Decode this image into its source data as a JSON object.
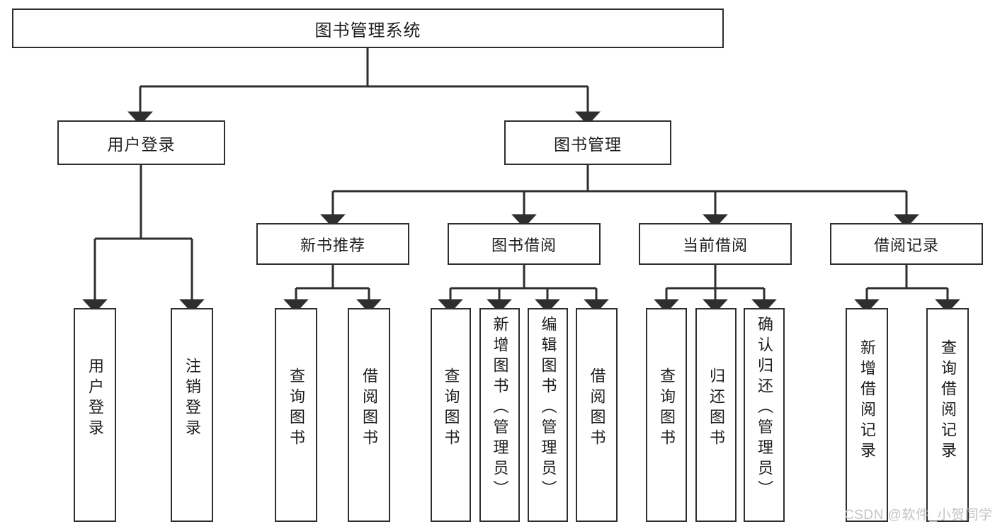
{
  "diagram": {
    "type": "tree-hierarchy-diagram",
    "title": "图书管理系统",
    "style": {
      "box_border": "#2e2e2e",
      "box_fill": "#ffffff",
      "text": "#1d1d1d",
      "edge": "#2e2e2e",
      "background": "#ffffff"
    },
    "root": {
      "label": "图书管理系统"
    },
    "level2": [
      {
        "id": "user-login",
        "label": "用户登录"
      },
      {
        "id": "book-manage",
        "label": "图书管理"
      }
    ],
    "level3": [
      {
        "id": "new-book-recommend",
        "label": "新书推荐"
      },
      {
        "id": "book-borrow",
        "label": "图书借阅"
      },
      {
        "id": "current-borrow",
        "label": "当前借阅"
      },
      {
        "id": "borrow-record",
        "label": "借阅记录"
      }
    ],
    "leaves": {
      "user-login": [
        {
          "id": "leaf-user-login",
          "label": "用户登录"
        },
        {
          "id": "leaf-logout-login",
          "label": "注销登录"
        }
      ],
      "new-book-recommend": [
        {
          "id": "leaf-query-book-1",
          "label": "查询图书"
        },
        {
          "id": "leaf-borrow-book-1",
          "label": "借阅图书"
        }
      ],
      "book-borrow": [
        {
          "id": "leaf-query-book-2",
          "label": "查询图书"
        },
        {
          "id": "leaf-add-book",
          "label": "新增图书（管理员）"
        },
        {
          "id": "leaf-edit-book",
          "label": "编辑图书（管理员）"
        },
        {
          "id": "leaf-borrow-book-2",
          "label": "借阅图书"
        }
      ],
      "current-borrow": [
        {
          "id": "leaf-query-book-3",
          "label": "查询图书"
        },
        {
          "id": "leaf-return-book",
          "label": "归还图书"
        },
        {
          "id": "leaf-confirm-return",
          "label": "确认归还（管理员）"
        }
      ],
      "borrow-record": [
        {
          "id": "leaf-add-record",
          "label": "新增借阅记录"
        },
        {
          "id": "leaf-query-record",
          "label": "查询借阅记录"
        }
      ]
    }
  },
  "watermark": {
    "text": "CSDN @软件_小贺同学"
  }
}
